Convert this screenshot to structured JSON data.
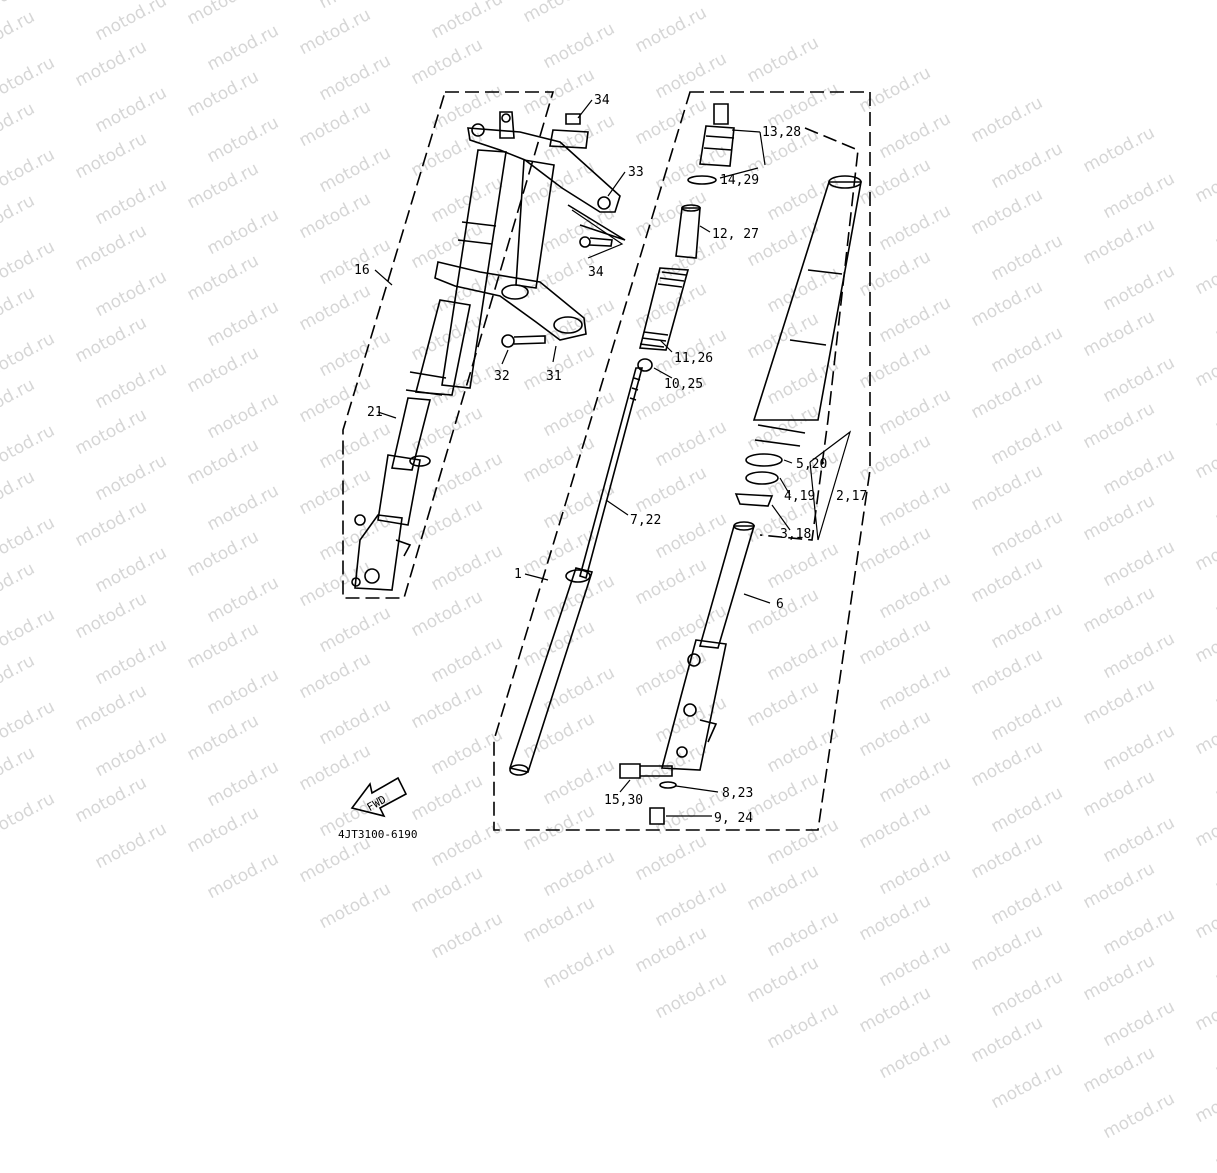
{
  "watermark": {
    "text": "motod.ru"
  },
  "diagram": {
    "code": "4JT3100-6190",
    "fwd_label": "FWD",
    "labels": {
      "p34a": "34",
      "p33": "33",
      "p34b": "34",
      "p16": "16",
      "p32": "32",
      "p31": "31",
      "p21": "21",
      "p13_28": "13,28",
      "p14_29": "14,29",
      "p12_27": "12, 27",
      "p11_26": "11,26",
      "p10_25": "10,25",
      "p7_22": "7,22",
      "p1": "1",
      "p5_20": "5,20",
      "p4_19": "4,19",
      "p2_17": "2,17",
      "p3_18": "3,18",
      "p6": "6",
      "p8_23": "8,23",
      "p15_30": "15,30",
      "p9_24": "9, 24"
    }
  }
}
